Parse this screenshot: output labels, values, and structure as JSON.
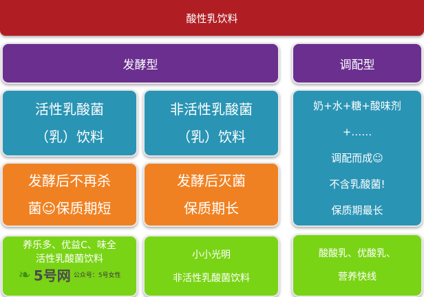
{
  "title": "酸性乳饮料",
  "categories": {
    "fermented": "发酵型",
    "blended": "调配型"
  },
  "boxes": {
    "active": [
      "活性乳酸菌",
      "（乳）饮料"
    ],
    "inactive": [
      "非活性乳酸菌",
      "（乳）饮料"
    ],
    "blended": [
      "奶+水+糖+酸味剂",
      "+……",
      "调配而成☺",
      "不含乳酸菌!",
      "保质期最长"
    ],
    "active_note": [
      "发酵后不再杀",
      "菌☺保质期短"
    ],
    "inactive_note": [
      "发酵后灭菌",
      "保质期长"
    ],
    "active_examples": [
      "养乐多、优益C、味全",
      "活性乳酸菌饮料"
    ],
    "inactive_examples": [
      "小小光明",
      "非活性乳酸菌饮料"
    ],
    "blended_examples": [
      "酸酸乳、优酸乳、",
      "营养快线"
    ]
  },
  "colors": {
    "title": "#b01e24",
    "purple": "#6b2f8f",
    "blue": "#2a94b4",
    "orange": "#f08122",
    "green": "#7ad416"
  },
  "watermark": {
    "logo": "5号网",
    "sub": "公众号：5号女性"
  }
}
